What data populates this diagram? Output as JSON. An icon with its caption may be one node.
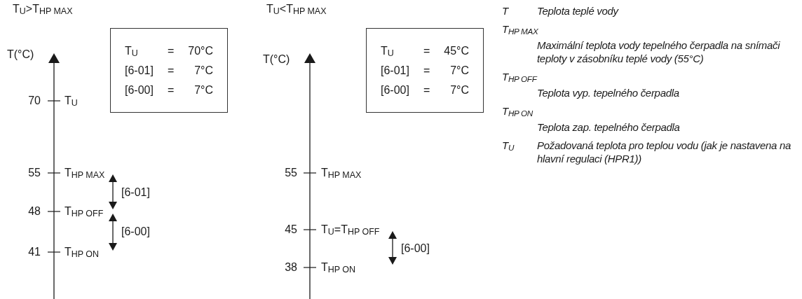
{
  "diagram": {
    "nodes": [
      {
        "text": [
          "T$_{U}$",
          "=",
          "70°C",
          "[6-01]",
          "=",
          "7°C",
          "[6-00]",
          "=",
          "7°C"
        ]
      },
      {
        "text": [
          "T$_{U}$",
          "=",
          "45°C",
          "[6-01]",
          "=",
          "7°C",
          "[6-00]",
          "=",
          "7°C"
        ]
      }
    ],
    "labels": [
      "T$_{U}$>T$_{HP MAX}$",
      "T(°C)",
      "70",
      "T$_{U}$",
      "55",
      "T$_{HP MAX}$",
      "48",
      "T$_{HP OFF}$",
      "41",
      "T$_{HP ON}$",
      "[6-01]",
      "[6-00]",
      "T$_{U}$<T$_{HP MAX}$",
      "T(°C)",
      "55",
      "T$_{HP MAX}$",
      "45",
      "T$_{U}$=T$_{HP OFF}$",
      "38",
      "T$_{HP ON}$",
      "[6-00]",
      "T",
      "Teplota teplé vody",
      "T$_{HP MAX}$",
      "Maximální teplota vody tepelného čerpadla na snímači teploty v zásobníku teplé vody (55°C)",
      "T$_{HP OFF}$",
      "Teplota vyp. tepelného čerpadla",
      "T$_{HP ON}$",
      "Teplota zap. tepelného čerpadla",
      "T$_{U}$",
      "Požadovaná teplota pro teplou vodu (jak je nastavena na hlavní regulaci (HPR1))"
    ]
  }
}
